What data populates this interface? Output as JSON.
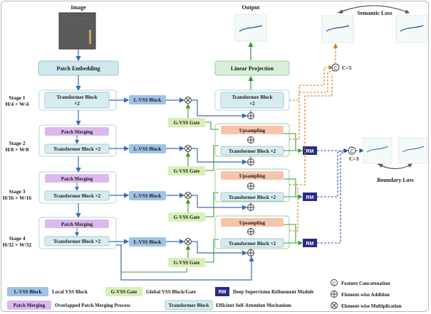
{
  "labels": {
    "image": "Image",
    "output": "Output",
    "semantic_loss": "Semantic Loss",
    "boundary_loss": "Boundary Loss",
    "patch_embedding": "Patch Embedding",
    "linear_projection": "Linear Projection",
    "c5": "C=5",
    "c3": "C=3"
  },
  "stages": [
    {
      "title": "Stage 1",
      "size": "H/4 × W/4"
    },
    {
      "title": "Stage 2",
      "size": "H/8 × W/8"
    },
    {
      "title": "Stage 3",
      "size": "H/16 × W/16"
    },
    {
      "title": "Stage 4",
      "size": "H/32 × W/32"
    }
  ],
  "blocks": {
    "transformer_x2_a": "Transformer Block",
    "transformer_x2_b": "×2",
    "transformer_x2": "Transformer Block ×2",
    "patch_merging": "Patch Merging",
    "lvss": "L-VSS Block",
    "gvss": "G-VSS Gate",
    "upsampling": "Upsampling",
    "rm": "RM"
  },
  "legend": {
    "lvss_tag": "L-VSS Block",
    "lvss_desc": "Local VSS Block",
    "gvss_tag": "G-VSS Gate",
    "gvss_desc": "Global VSS Block/Gate",
    "rm_tag": "RM",
    "rm_desc": "Deep Supervision Refinement Module",
    "pm_tag": "Patch Merging",
    "pm_desc": "Overlapped Patch Merging Process",
    "tb_tag": "Transformer Block",
    "tb_desc": "Efficient Self-Attention Mechanism",
    "concat": "Feature Concatenation",
    "add": "Element-wise Addition",
    "mul": "Element-wise Multiplication"
  },
  "colors": {
    "patch_embedding": "#cfe9ee",
    "transformer": "#d6ecef",
    "lvss": "#9ec3e6",
    "gvss": "#d9efb9",
    "patch_merging": "#ddb8ee",
    "upsampling": "#f5c4aa",
    "rm": "#2a2a8a",
    "linear_projection": "#d8efd9",
    "arrow_blue": "#3a6db0",
    "arrow_green": "#3a9a3a",
    "arrow_orange": "#d07a1a",
    "arrow_dashblue": "#2a4fb0"
  }
}
